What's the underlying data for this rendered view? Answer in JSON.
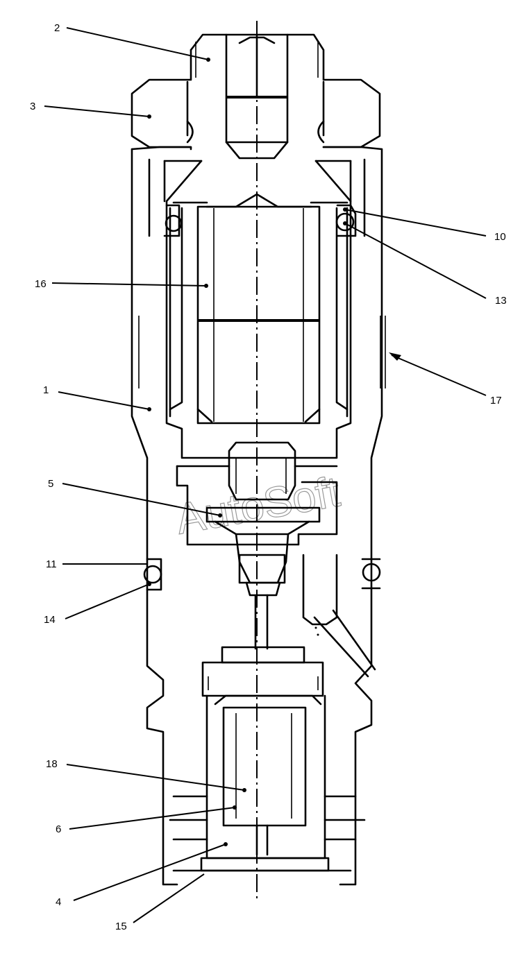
{
  "diagram": {
    "watermark": "AutoSoft",
    "callouts": [
      "1",
      "2",
      "3",
      "4",
      "5",
      "6",
      "10",
      "11",
      "13",
      "14",
      "15",
      "16",
      "17",
      "18"
    ]
  }
}
